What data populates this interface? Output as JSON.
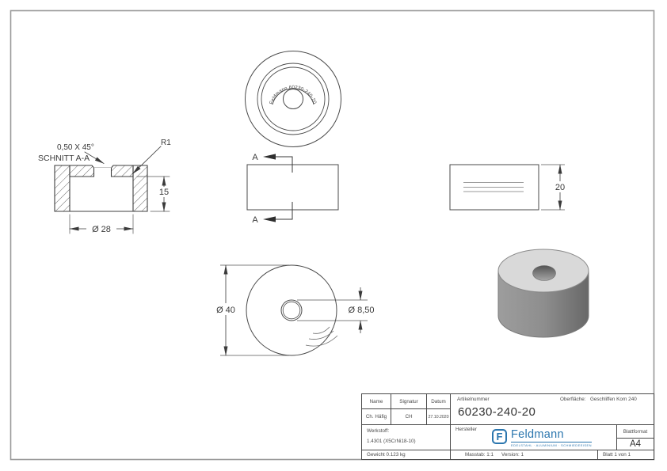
{
  "drawing": {
    "section": {
      "title": "SCHNITT A-A",
      "chamfer": "0,50 X 45°",
      "radius": "R1",
      "depth": "15",
      "bore": "Ø 28"
    },
    "side": {
      "cut_top": "A",
      "cut_bottom": "A"
    },
    "right": {
      "height": "20"
    },
    "bottom": {
      "outer_diameter": "Ø 40",
      "hole_diameter": "Ø 8,50"
    },
    "top": {
      "engraving": "Feldmann 60230-240-20"
    }
  },
  "title_block": {
    "labels": {
      "name": "Name",
      "signature": "Signatur",
      "date": "Datum",
      "article": "Artikelnummer",
      "surface": "Oberfläche:",
      "material": "Werkstoff:",
      "manufacturer": "Hersteller",
      "format": "Blattformat"
    },
    "values": {
      "name": "Ch. Häfig",
      "signature": "CH",
      "date": "27.10.2020",
      "article": "60230-240-20",
      "surface": "Geschliffen Korn 240",
      "material": "1.4301 (X5CrNi18-10)",
      "format": "A4",
      "weight": "Gewicht 0.123 kg",
      "scale": "Masstab: 1:1",
      "version": "Version: 1",
      "sheet": "Blatt 1 von 1"
    }
  },
  "logo": {
    "mark": "F",
    "brand": "Feldmann",
    "tagline": "EDELSTAHL · ALUMINIUM · SCHMIEDEEISEN",
    "color": "#2b76ae"
  },
  "colors": {
    "line": "#3f3f3f",
    "frame": "#999999",
    "top_face": "#d9d9d9",
    "side_face": "#8f8f8f",
    "background": "#ffffff"
  }
}
